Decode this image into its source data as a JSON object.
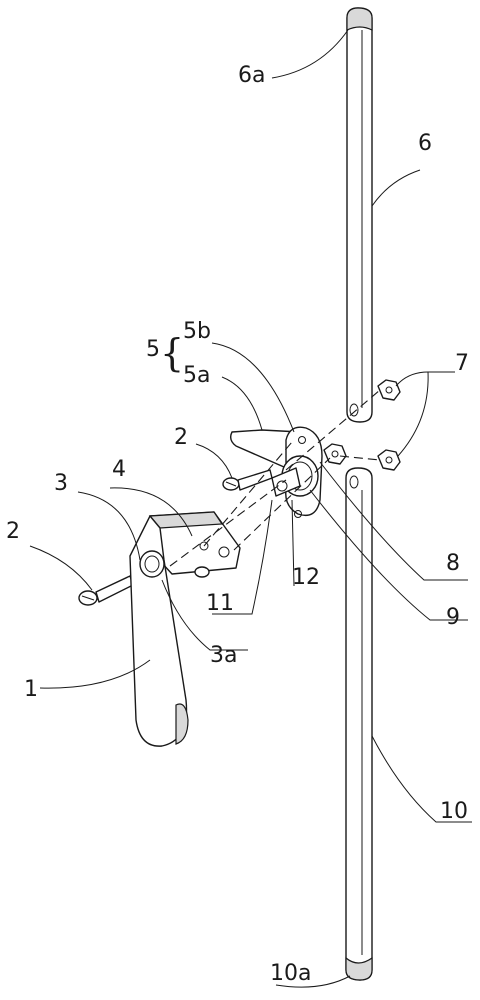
{
  "labels": {
    "l1": "1",
    "l2a": "2",
    "l2b": "2",
    "l3": "3",
    "l3a": "3a",
    "l4": "4",
    "l5": "5",
    "l5a": "5a",
    "l5b": "5b",
    "l6": "6",
    "l6a": "6a",
    "l7": "7",
    "l8": "8",
    "l9": "9",
    "l10": "10",
    "l10a": "10a",
    "l11": "11",
    "l12": "12"
  },
  "brace": "{"
}
